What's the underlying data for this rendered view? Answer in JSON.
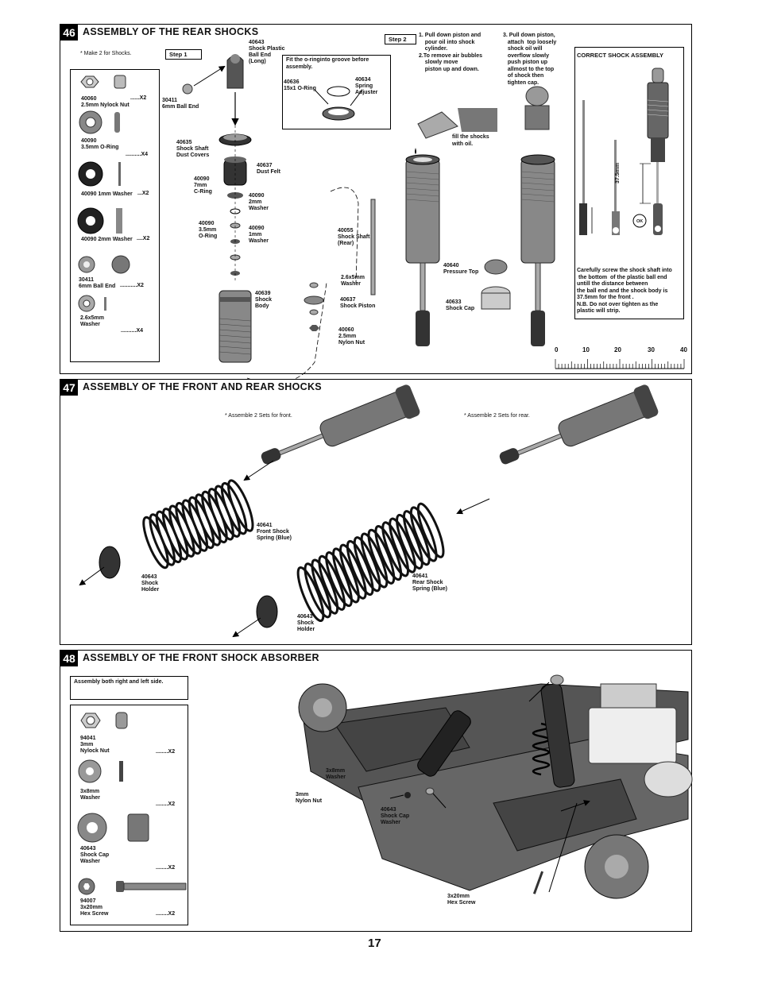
{
  "page_number": "17",
  "s46": {
    "num": "46",
    "title": "ASSEMBLY OF THE REAR SHOCKS",
    "make_note": "* Make 2 for Shocks.",
    "parts": [
      {
        "label": "40060\n2.5mm Nylock Nut",
        "qty": "......X2"
      },
      {
        "label": "40090\n3.5mm O-Ring",
        "qty": "..........X4"
      },
      {
        "label": "40090 1mm Washer",
        "qty": "...X2"
      },
      {
        "label": "40090 2mm Washer",
        "qty": "....X2"
      },
      {
        "label": "30411\n6mm Ball End",
        "qty": "...........X2"
      },
      {
        "label": "2.6x5mm\nWasher",
        "qty": "..........X4"
      }
    ],
    "step1": "Step 1",
    "step2": "Step 2",
    "oring_note": "Fit the o-ringinto groove before\nassembly.",
    "lbl_40643": "40643\nShock Plastic\nBall End\n(Long)",
    "lbl_30411": "30411\n6mm Ball End",
    "lbl_40636": "40636\n15x1 O-Ring",
    "lbl_40634": "40634\nSpring\nAdjuster",
    "lbl_40635": "40635\nShock Shaft\nDust Covers",
    "lbl_40637a": "40637\nDust Felt",
    "lbl_40090a": "40090\n7mm\nC-Ring",
    "lbl_40090b": "40090\n2mm\nWasher",
    "lbl_40090c": "40090\n3.5mm\nO-Ring",
    "lbl_40090d": "40090\n1mm\nWasher",
    "lbl_40639": "40639\nShock\nBody",
    "lbl_40055": "40055\nShock Shaft\n(Rear)",
    "lbl_washer26": "2.6x5mm\nWasher",
    "lbl_40637b": "40637\nShock Piston",
    "lbl_40060": "40060\n2.5mm\nNylon Nut",
    "step2_text1": "1. Pull down piston and\n    pour oil into shock\n    cylinder.\n2.To remove air bubbles\n    slowly move\n    piston up and down.",
    "step2_text3": "3. Pull down piston,\n   attach  top loosely\n   shock oil will\n   overflow slowly\n   push piston up\n   allmost to the top\n   of shock then\n   tighten cap.",
    "fill_note": "fill the shocks\nwith oil.",
    "lbl_40640": "40640\nPressure Top",
    "lbl_40633": "40633\nShock Cap",
    "correct_title": "CORRECT SHOCK ASSEMBLY",
    "dim": "37.5mm",
    "ok": "OK",
    "correct_note": "Carefully screw the shock shaft into\n the bottom  of the plastic ball end\nuntill the distance between\nthe ball end and the shock body is\n37.5mm for the front .\nN.B. Do not over tighten as the\nplastic will strip.",
    "ruler_labels": [
      "0",
      "10",
      "20",
      "30",
      "40"
    ]
  },
  "s47": {
    "num": "47",
    "title": "ASSEMBLY OF THE FRONT AND REAR SHOCKS",
    "front_note": "* Assemble 2 Sets for front.",
    "rear_note": "* Assemble 2 Sets for rear.",
    "lbl_front_spring": "40641\nFront Shock\nSpring (Blue)",
    "lbl_rear_spring": "40641\nRear Shock\nSpring (Blue)",
    "lbl_holder1": "40643\nShock\nHolder",
    "lbl_holder2": "40643\nShock\nHolder"
  },
  "s48": {
    "num": "48",
    "title": "ASSEMBLY OF THE FRONT SHOCK ABSORBER",
    "both_sides": "Assembly both right and left side.",
    "parts": [
      {
        "label": "94041\n3mm\nNylock Nut",
        "qty": "........X2"
      },
      {
        "label": "3x8mm\nWasher",
        "qty": "........X2"
      },
      {
        "label": "40643\nShock Cap\nWasher",
        "qty": "........X2"
      },
      {
        "label": "94007\n3x20mm\nHex Screw",
        "qty": "........X2"
      }
    ],
    "lbl_washer": "3x8mm\nWasher",
    "lbl_nut": "3mm\nNylon Nut",
    "lbl_capwasher": "40643\nShock Cap\nWasher",
    "lbl_screw": "3x20mm\nHex Screw"
  }
}
